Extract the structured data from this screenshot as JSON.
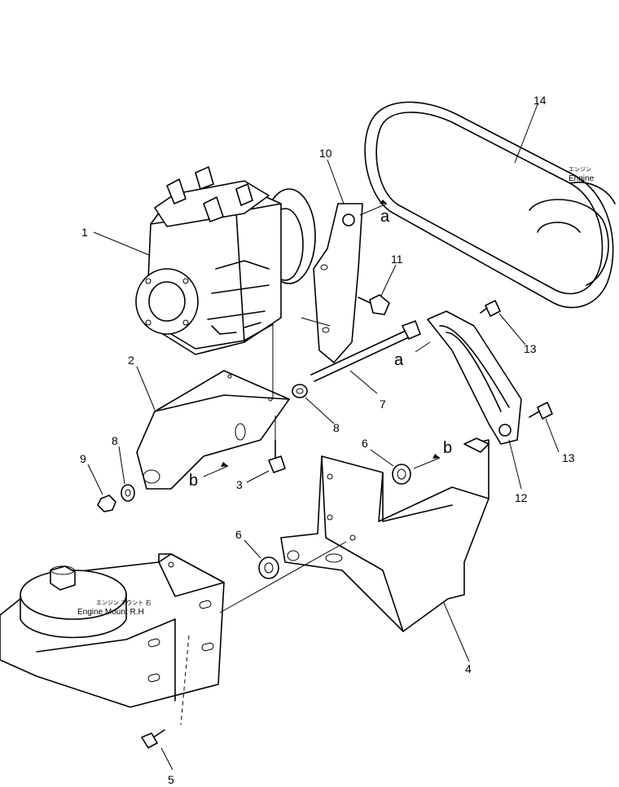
{
  "callouts": {
    "c1": "1",
    "c2": "2",
    "c3": "3",
    "c4": "4",
    "c5": "5",
    "c6a": "6",
    "c6b": "6",
    "c7": "7",
    "c8a": "8",
    "c8b": "8",
    "c9": "9",
    "c10": "10",
    "c11": "11",
    "c12": "12",
    "c13a": "13",
    "c13b": "13",
    "c14": "14"
  },
  "refs": {
    "a1": "a",
    "a2": "a",
    "b1": "b",
    "b2": "b"
  },
  "engine_label": {
    "jp": "エンジン",
    "en": "Engine"
  },
  "mount_label": {
    "jp": "エンジン マウント 右",
    "en": "Engine Mount R.H"
  }
}
